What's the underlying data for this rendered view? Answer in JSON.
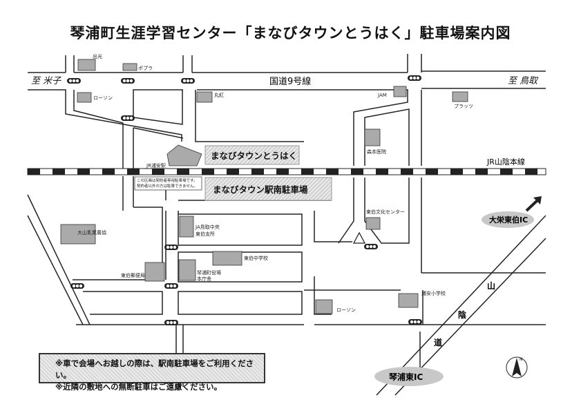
{
  "title": "琴浦町生涯学習センター「まなびタウンとうはく」駐車場案内図",
  "directions": {
    "west": "至 米子",
    "east": "至 鳥取"
  },
  "roads": {
    "route9": "国道9号線",
    "railway": "JR山陰本線",
    "expressway": [
      "山",
      "陰",
      "道"
    ]
  },
  "parking": {
    "main": "まなびタウンとうはく",
    "south": "まなびタウン駅南駐車場"
  },
  "restricted_note": [
    "この区画は契約者専用駐車場です。",
    "契約者以外の方は駐車できません。"
  ],
  "landmarks": {
    "idemitsu": "出光",
    "poplar": "ポプラ",
    "lawson1": "ローソン",
    "maruko": "丸紅",
    "jam": "JAM",
    "plats": "プラッツ",
    "morimoto": "森本医院",
    "station": "JR浦安駅",
    "bunka": "東伯文化センター",
    "daisen": "大山乳業農協",
    "ja": [
      "JA鳥取中央",
      "東伯支所"
    ],
    "postoffice": "東伯郵便局",
    "townhall": [
      "琴浦町役場",
      "本庁舎"
    ],
    "jhs": "東伯中学校",
    "lawson2": "ローソン",
    "es": "浦安小学校"
  },
  "interchanges": {
    "north": "大栄東伯IC",
    "south": "琴浦東IC"
  },
  "north_mark": "N",
  "notice": [
    "※車で会場へお越しの際は、駅南駐車場をご利用ください。",
    "※近隣の敷地への無断駐車はご遠慮ください。"
  ],
  "colors": {
    "line": "#222222",
    "hatch": "#d6d6d6",
    "ic_fill": "#c8c8c8"
  }
}
